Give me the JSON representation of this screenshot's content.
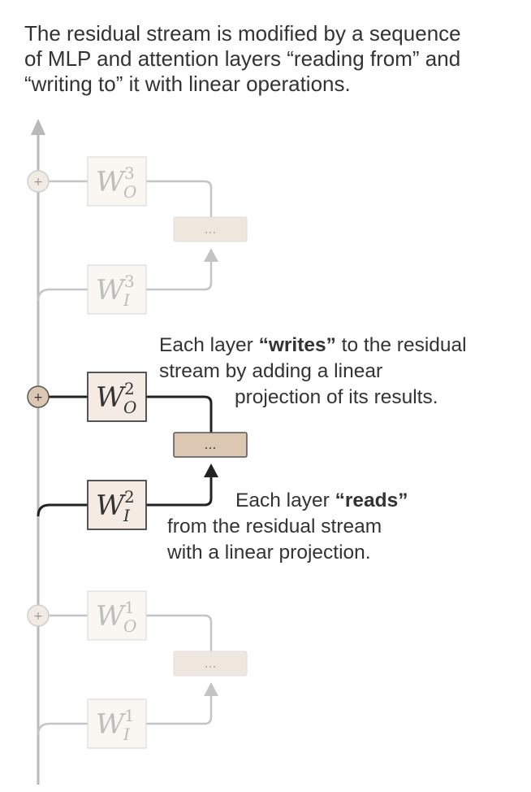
{
  "caption": {
    "lines": [
      "The residual stream is modified by a sequence",
      "of MLP and attention layers “reading from” and",
      "“writing to” it with linear operations."
    ]
  },
  "annotations": {
    "writes": {
      "line1_pre": "Each layer ",
      "line1_bold": "“writes”",
      "line1_post": " to the residual",
      "line2": "stream by adding a linear",
      "line3": "projection of its results."
    },
    "reads": {
      "line1_pre": "Each layer ",
      "line1_bold": "“reads”",
      "line2": "from the residual stream",
      "line3": "with a linear projection."
    }
  },
  "layers": [
    {
      "index": "3",
      "out_sub": "O",
      "in_sub": "I",
      "w": "W",
      "plus": "+",
      "ellipsis": "…",
      "highlighted": false
    },
    {
      "index": "2",
      "out_sub": "O",
      "in_sub": "I",
      "w": "W",
      "plus": "+",
      "ellipsis": "…",
      "highlighted": true
    },
    {
      "index": "1",
      "out_sub": "O",
      "in_sub": "I",
      "w": "W",
      "plus": "+",
      "ellipsis": "…",
      "highlighted": false
    }
  ],
  "colors": {
    "faded_line": "#c4c4c4",
    "faded_box_fill": "#faf6f2",
    "faded_box_stroke": "#dcdcdc",
    "faded_text": "#bdbdbd",
    "faded_ellipsis_fill": "#efe7de",
    "active_line": "#222222",
    "active_box_fill": "#f6ebe3",
    "active_ellipsis_fill": "#dcc7b3",
    "active_plus_fill": "#dcc7b3",
    "faded_plus_fill": "#f1ebe4",
    "stream": "#b9b9b9"
  }
}
